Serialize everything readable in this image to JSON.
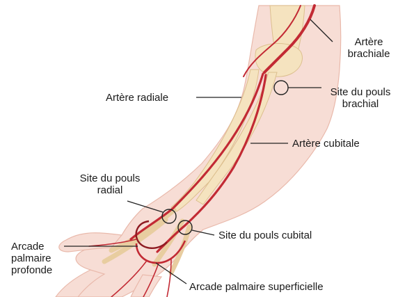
{
  "labels": {
    "arteria_brachialis": {
      "line1": "Artère",
      "line2": "brachiale"
    },
    "arteria_radialis": "Artère radiale",
    "pouls_brachial": {
      "line1": "Site du pouls",
      "line2": "brachial"
    },
    "arteria_cubitalis": "Artère cubitale",
    "pouls_radial": {
      "line1": "Site du pouls",
      "line2": "radial"
    },
    "pouls_cubital": "Site du pouls cubital",
    "arcade_profonde": {
      "line1": "Arcade",
      "line2": "palmaire",
      "line3": "profonde"
    },
    "arcade_superficielle": "Arcade palmaire superficielle"
  },
  "colors": {
    "skin": "#f7ddd5",
    "skin_edge": "#e9b9ab",
    "bone": "#f5e3bf",
    "artery": "#c22a34",
    "artery_dark": "#8e1b22",
    "leader": "#222222"
  }
}
